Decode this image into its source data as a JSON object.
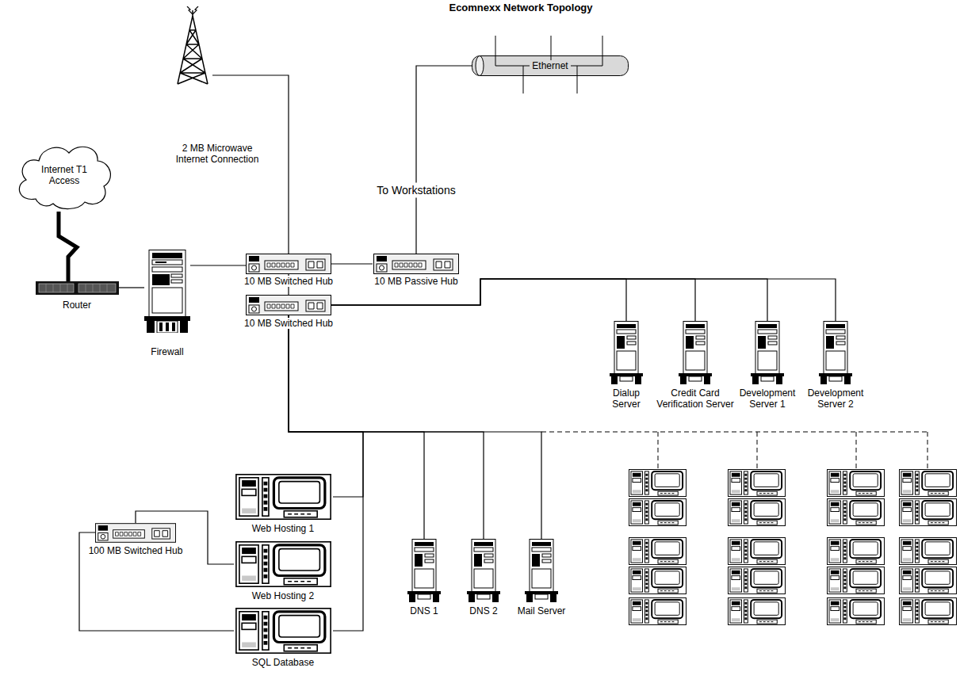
{
  "diagram": {
    "title": "Ecomnexx Network Topology",
    "nodes": [
      {
        "text": [
          "2 MB Microwave Internet Connection"
        ]
      },
      {
        "text": [
          "Ethernet"
        ]
      },
      {
        "text": [
          "Internet T1 Access"
        ]
      },
      {
        "text": [
          "Router"
        ]
      },
      {
        "text": [
          "Firewall"
        ]
      },
      {
        "text": [
          "10 MB Switched Hub"
        ]
      },
      {
        "text": [
          "10 MB Passive Hub"
        ]
      },
      {
        "text": [
          "10 MB Switched Hub"
        ]
      },
      {
        "text": [
          "Dialup Server"
        ]
      },
      {
        "text": [
          "Credit Card Verification Server"
        ]
      },
      {
        "text": [
          "Development Server 1"
        ]
      },
      {
        "text": [
          "Development Server 2"
        ]
      },
      {
        "text": [
          "Web Hosting 1"
        ]
      },
      {
        "text": [
          "Web Hosting 2"
        ]
      },
      {
        "text": [
          "SQL Database"
        ]
      },
      {
        "text": [
          "100 MB Switched Hub"
        ]
      },
      {
        "text": [
          "DNS 1"
        ]
      },
      {
        "text": [
          "DNS 2"
        ]
      },
      {
        "text": [
          "Mail Server"
        ]
      }
    ],
    "edges": [
      {
        "from": 2,
        "to": 3,
        "arrow": "none"
      },
      {
        "from": 3,
        "to": 4,
        "arrow": "none"
      },
      {
        "from": 4,
        "to": 5,
        "arrow": "none"
      },
      {
        "from": 0,
        "to": 5,
        "arrow": "none"
      },
      {
        "from": 5,
        "to": 6,
        "arrow": "none"
      },
      {
        "from": 6,
        "to": 1,
        "label": "To Workstations",
        "arrow": "none"
      },
      {
        "from": 5,
        "to": 7,
        "arrow": "none"
      },
      {
        "from": 7,
        "to": 8,
        "arrow": "none"
      },
      {
        "from": 7,
        "to": 9,
        "arrow": "none"
      },
      {
        "from": 7,
        "to": 10,
        "arrow": "none"
      },
      {
        "from": 7,
        "to": 11,
        "arrow": "none"
      },
      {
        "from": 7,
        "to": 12,
        "arrow": "none"
      },
      {
        "from": 7,
        "to": 14,
        "arrow": "none"
      },
      {
        "from": 7,
        "to": 16,
        "arrow": "none"
      },
      {
        "from": 7,
        "to": 17,
        "arrow": "none"
      },
      {
        "from": 7,
        "to": 18,
        "arrow": "none"
      },
      {
        "from": 15,
        "to": 13,
        "arrow": "none"
      },
      {
        "from": 15,
        "to": 14,
        "arrow": "none"
      }
    ]
  }
}
